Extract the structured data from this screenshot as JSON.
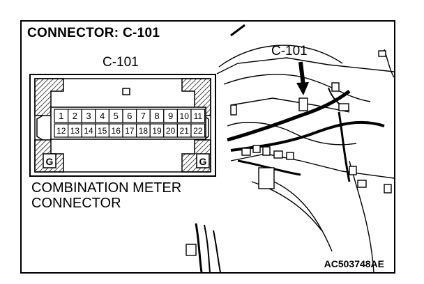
{
  "title": "CONNECTOR: C-101",
  "connector_label": "C-101",
  "callout_label": "C-101",
  "caption_line1": "COMBINATION METER",
  "caption_line2": "CONNECTOR",
  "ground_label": "G",
  "figure_code": "AC503748AE",
  "pins_top": [
    "1",
    "2",
    "3",
    "4",
    "5",
    "6",
    "7",
    "8",
    "9",
    "10",
    "11"
  ],
  "pins_bottom": [
    "12",
    "13",
    "14",
    "15",
    "16",
    "17",
    "18",
    "19",
    "20",
    "21",
    "22"
  ]
}
